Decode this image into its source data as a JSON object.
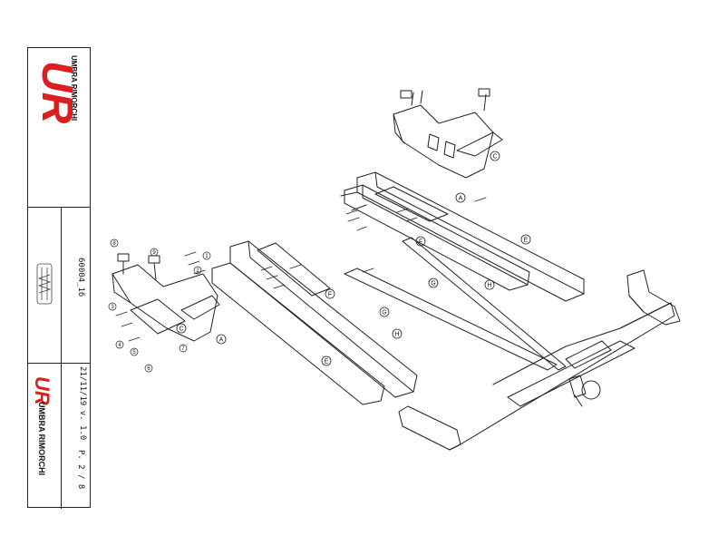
{
  "brand": {
    "name": "UMBRA RIMORCHI",
    "monogram": "UR",
    "accent_color": "#d9201f"
  },
  "sheet": {
    "part_number": "60004_16",
    "date_version": "21/11/19 v. 1.0",
    "page": "P. 2 / 8",
    "stamp": "Umbra Rimorchi quality mark"
  },
  "diagram": {
    "callouts": [
      "A",
      "A",
      "C",
      "C",
      "E",
      "E",
      "F",
      "F",
      "G",
      "G",
      "H",
      "H"
    ],
    "numbers": [
      "1",
      "2",
      "3",
      "4",
      "5",
      "6",
      "7",
      "8",
      "9"
    ]
  }
}
